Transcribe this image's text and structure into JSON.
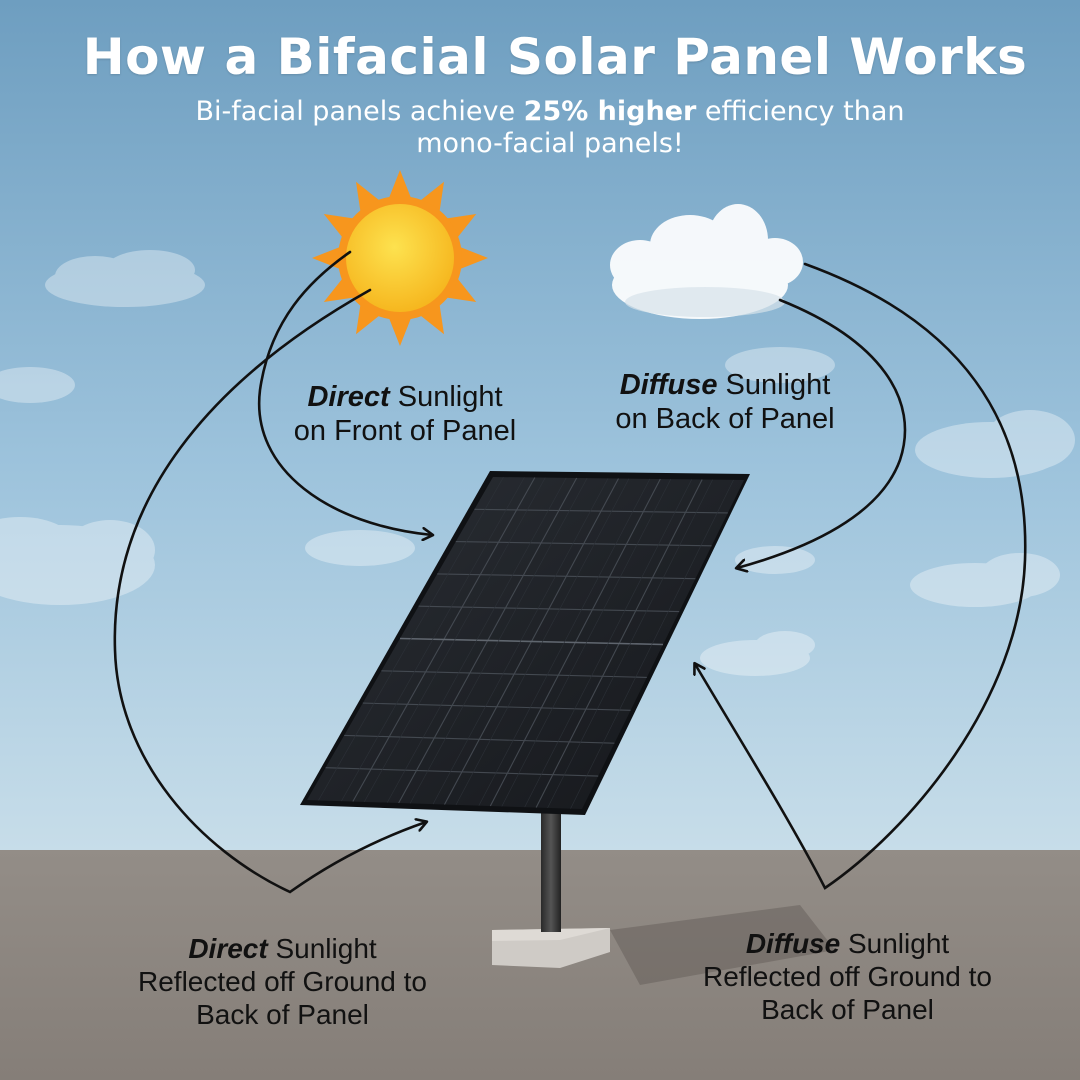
{
  "title": "How a Bifacial Solar Panel Works",
  "subtitle": {
    "before": "Bi-facial panels achieve ",
    "highlight": "25% higher",
    "after": " efficiency than mono-facial panels!"
  },
  "labels": {
    "direct_front": {
      "em": "Direct",
      "rest": " Sunlight",
      "line2": "on Front of Panel"
    },
    "diffuse_back": {
      "em": "Diffuse",
      "rest": " Sunlight",
      "line2": "on Back of Panel"
    },
    "direct_reflected": {
      "em": "Direct",
      "rest": " Sunlight",
      "line2": "Reflected off Ground to",
      "line3": "Back of Panel"
    },
    "diffuse_reflected": {
      "em": "Diffuse",
      "rest": " Sunlight",
      "line2": "Reflected off Ground to",
      "line3": "Back of Panel"
    }
  },
  "colors": {
    "sky_top": "#6e9ec0",
    "sky_bottom": "#c4dceb",
    "ground": "#8e8883",
    "panel": "#1c1f24",
    "sun_core": "#fbc934",
    "sun_rays": "#f7961d",
    "cloud": "#eef3f6",
    "arrow": "#111111"
  }
}
